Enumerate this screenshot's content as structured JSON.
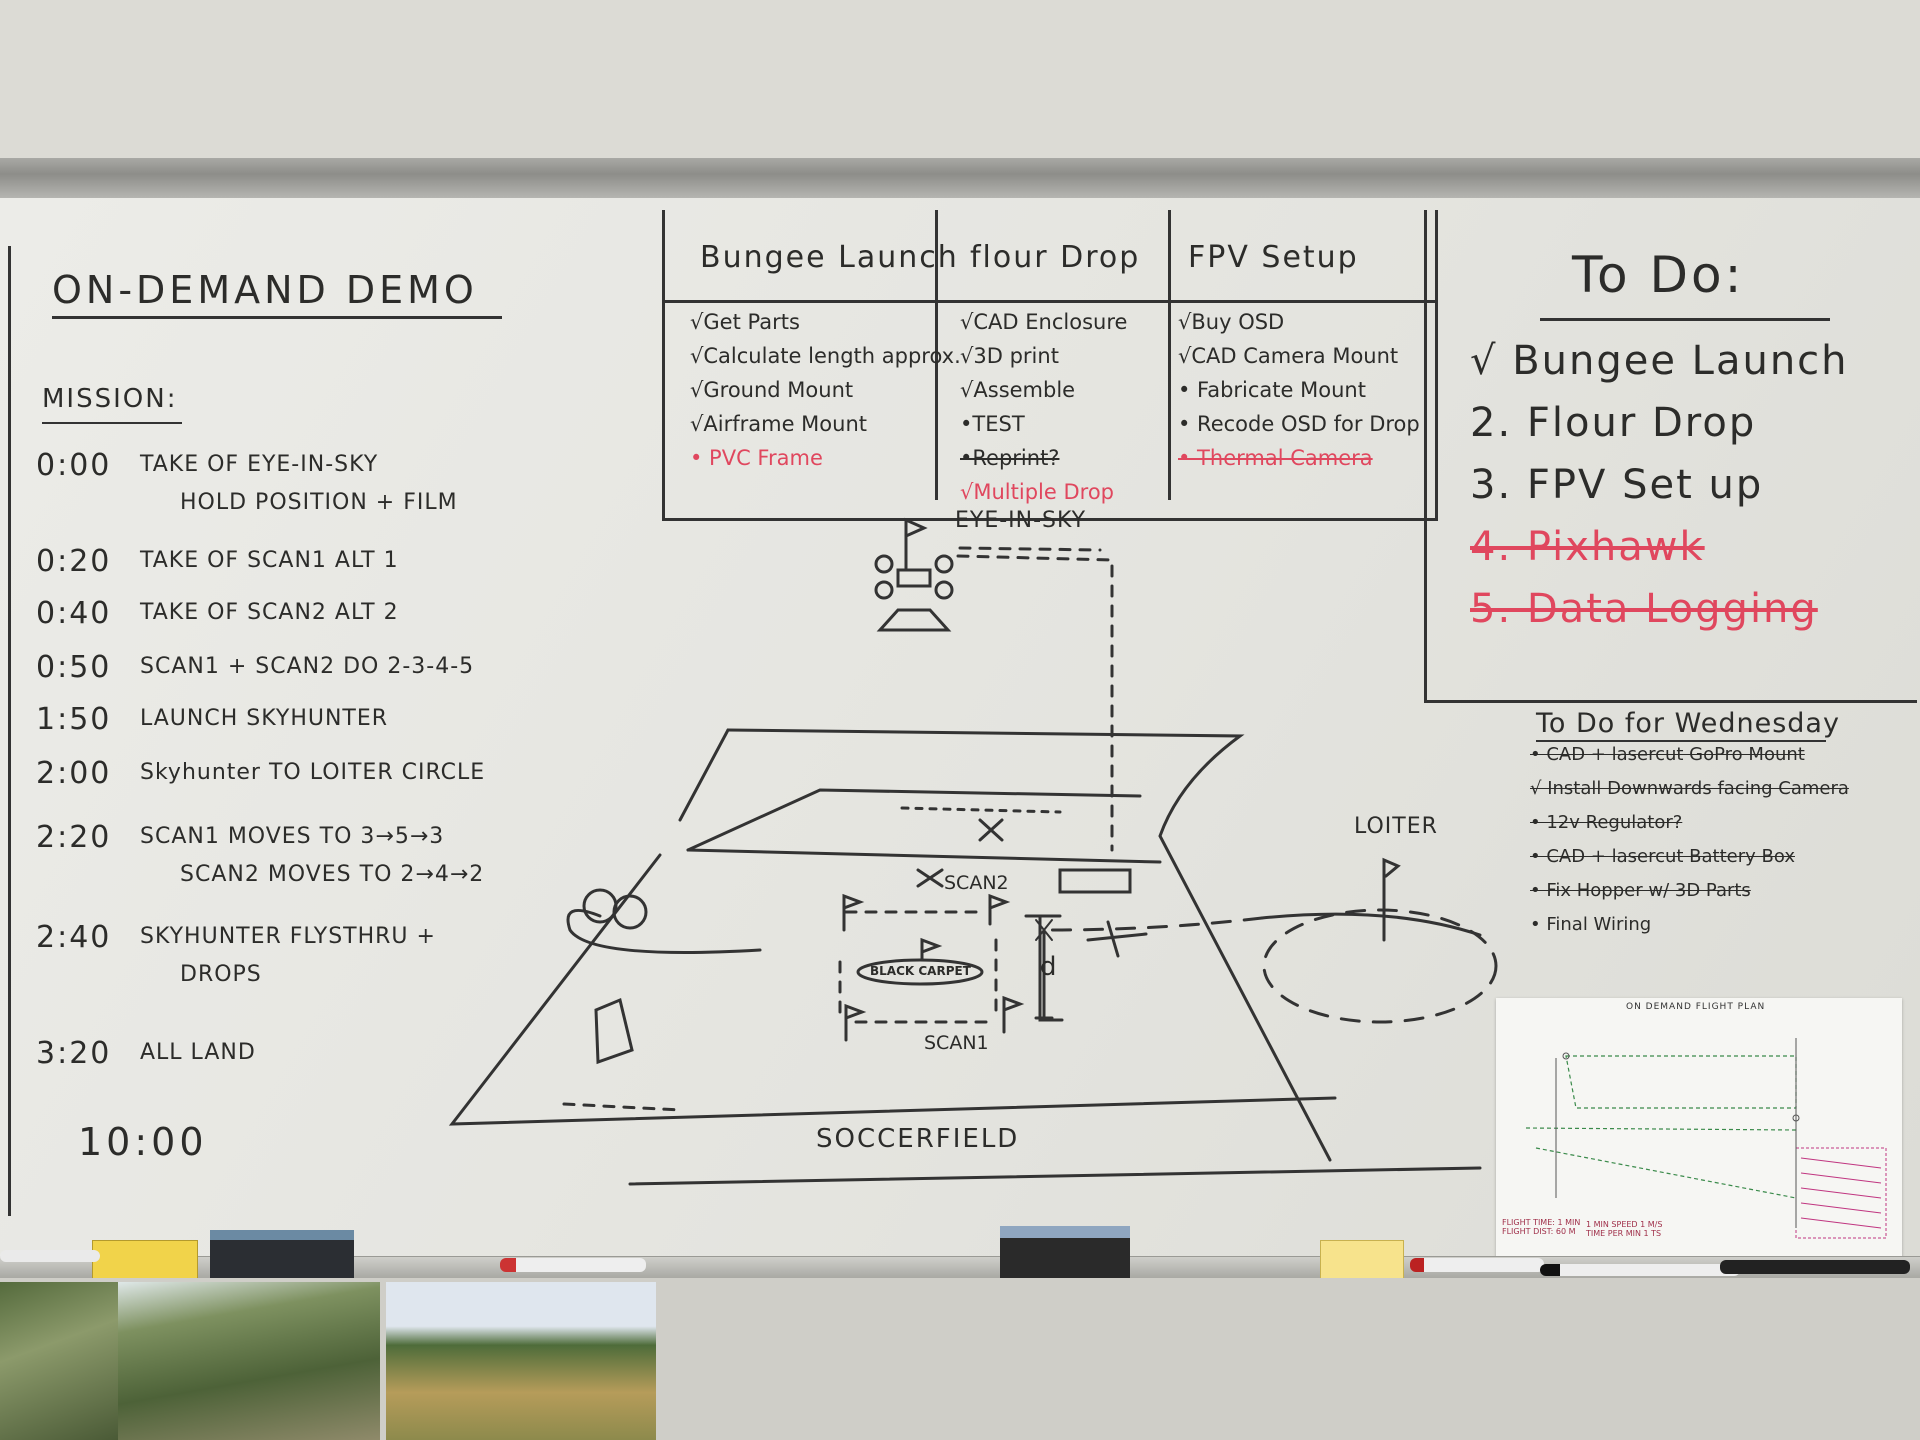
{
  "demo_title": "ON-DEMAND DEMO",
  "mission_label": "MISSION:",
  "timeline": [
    {
      "time": "0:00",
      "text": "TAKE OF EYE-IN-SKY",
      "sub": "HOLD POSITION + FILM"
    },
    {
      "time": "0:20",
      "text": "TAKE OF SCAN1 ALT 1",
      "sub": ""
    },
    {
      "time": "0:40",
      "text": "TAKE OF SCAN2 ALT 2",
      "sub": ""
    },
    {
      "time": "0:50",
      "text": "SCAN1 + SCAN2 DO 2-3-4-5",
      "sub": ""
    },
    {
      "time": "1:50",
      "text": "LAUNCH SKYHUNTER",
      "sub": ""
    },
    {
      "time": "2:00",
      "text": "Skyhunter TO LOITER CIRCLE",
      "sub": ""
    },
    {
      "time": "2:20",
      "text": "SCAN1 MOVES TO 3→5→3",
      "sub": "SCAN2 MOVES TO 2→4→2"
    },
    {
      "time": "2:40",
      "text": "SKYHUNTER FLYSTHRU +",
      "sub": "DROPS"
    },
    {
      "time": "3:20",
      "text": "ALL LAND",
      "sub": ""
    }
  ],
  "end_time": "10:00",
  "task_columns": [
    {
      "title": "Bungee Launch",
      "items": [
        {
          "text": "√Get Parts",
          "color": "black",
          "struck": false
        },
        {
          "text": "√Calculate length approx.",
          "color": "black",
          "struck": false
        },
        {
          "text": "√Ground Mount",
          "color": "black",
          "struck": false
        },
        {
          "text": "√Airframe Mount",
          "color": "black",
          "struck": false
        },
        {
          "text": "• PVC Frame",
          "color": "red",
          "struck": false
        }
      ]
    },
    {
      "title": "flour Drop",
      "items": [
        {
          "text": "√CAD Enclosure",
          "color": "black",
          "struck": false
        },
        {
          "text": "√3D print",
          "color": "black",
          "struck": false
        },
        {
          "text": "√Assemble",
          "color": "black",
          "struck": false
        },
        {
          "text": "•TEST",
          "color": "black",
          "struck": false
        },
        {
          "text": "•Reprint?",
          "color": "black",
          "struck": true
        },
        {
          "text": "√Multiple Drop",
          "color": "red",
          "struck": false
        }
      ]
    },
    {
      "title": "FPV Setup",
      "items": [
        {
          "text": "√Buy OSD",
          "color": "black",
          "struck": false
        },
        {
          "text": "√CAD Camera Mount",
          "color": "black",
          "struck": false
        },
        {
          "text": "• Fabricate Mount",
          "color": "black",
          "struck": false
        },
        {
          "text": "• Recode OSD for Drop",
          "color": "black",
          "struck": false
        },
        {
          "text": "• Thermal Camera",
          "color": "red",
          "struck": true
        }
      ]
    }
  ],
  "todo": {
    "title": "To Do:",
    "items": [
      {
        "text": "√ Bungee Launch",
        "color": "black",
        "struck": false
      },
      {
        "text": "2. Flour Drop",
        "color": "black",
        "struck": false
      },
      {
        "text": "3. FPV Set up",
        "color": "black",
        "struck": false
      },
      {
        "text": "4. Pixhawk",
        "color": "red",
        "struck": true
      },
      {
        "text": "5. Data Logging",
        "color": "red",
        "struck": true
      }
    ]
  },
  "wednesday": {
    "title": "To Do for Wednesday",
    "items": [
      {
        "text": "• CAD + lasercut GoPro Mount",
        "struck": true
      },
      {
        "text": "√ Install Downwards facing Camera",
        "struck": true
      },
      {
        "text": "• 12v Regulator?",
        "struck": true
      },
      {
        "text": "• CAD + lasercut Battery Box",
        "struck": true
      },
      {
        "text": "• Fix Hopper w/ 3D Parts",
        "struck": true
      },
      {
        "text": "• Final Wiring",
        "struck": false
      }
    ]
  },
  "map_labels": {
    "eye": "EYE-IN-SKY",
    "loiter": "LOITER",
    "scan1": "SCAN1",
    "scan2": "SCAN2",
    "carpet": "BLACK CARPET",
    "field": "SOCCERFIELD",
    "d": "d"
  },
  "flight_plan": {
    "title": "ON DEMAND FLIGHT PLAN",
    "footer_left": "FLIGHT TIME: 1 MIN\nFLIGHT DIST: 60 M",
    "footer_mid": "1 MIN SPEED 1 M/S\nTIME PER MIN 1 TS"
  },
  "colors": {
    "ink": "#2c2c2a",
    "red_marker": "#e0475e",
    "board": "#e6e6e1"
  }
}
